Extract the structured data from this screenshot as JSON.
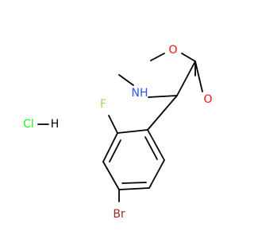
{
  "structure": {
    "atoms": {
      "O_methoxy": {
        "label": "O",
        "color": "#ff0d0d"
      },
      "O_carbonyl": {
        "label": "O",
        "color": "#ff0d0d"
      },
      "N_amine": {
        "label": "NH",
        "color": "#3050f8"
      },
      "F": {
        "label": "F",
        "color": "#90e050"
      },
      "Br": {
        "label": "Br",
        "color": "#a62929"
      },
      "Cl": {
        "label": "Cl",
        "color": "#1ff01f"
      },
      "H_salt": {
        "label": "H",
        "color": "#000000"
      }
    },
    "bond_color": "#000000",
    "background": "#ffffff"
  }
}
